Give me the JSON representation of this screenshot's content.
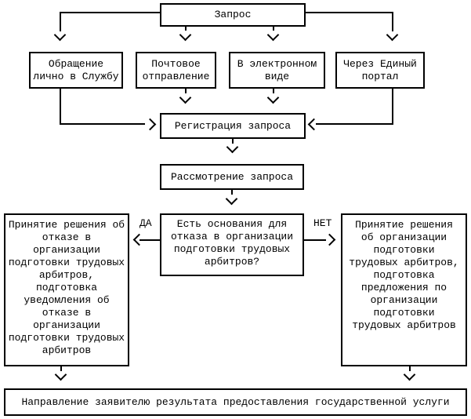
{
  "diagram": {
    "type": "flowchart",
    "language": "ru",
    "colors": {
      "line": "#000000",
      "background": "#ffffff",
      "text": "#000000"
    },
    "nodes": {
      "request": {
        "label": "Запрос"
      },
      "in_person": {
        "label": "Обращение\nлично в Службу"
      },
      "mail": {
        "label": "Почтовое\nотправление"
      },
      "electronic": {
        "label": "В электронном\nвиде"
      },
      "portal": {
        "label": "Через Единый\nпортал"
      },
      "registration": {
        "label": "Регистрация запроса"
      },
      "review": {
        "label": "Рассмотрение запроса"
      },
      "decision": {
        "label": "Есть основания для\nотказа в организации\nподготовки трудовых\nарбитров?"
      },
      "refusal": {
        "label": "Принятие решения об\nотказе в\nорганизации\nподготовки трудовых\nарбитров,\nподготовка\nуведомления об\nотказе в\nорганизации\nподготовки трудовых\nарбитров"
      },
      "approval": {
        "label": "Принятие решения\nоб организации\nподготовки\nтрудовых арбитров,\nподготовка\nпредложения по\nорганизации\nподготовки\nтрудовых арбитров"
      },
      "result": {
        "label": "Направление заявителю результата предоставления государственной услуги"
      }
    },
    "labels": {
      "yes": "ДА",
      "no": "НЕТ"
    },
    "edges": [
      {
        "from": "request",
        "to": "in_person"
      },
      {
        "from": "request",
        "to": "mail"
      },
      {
        "from": "request",
        "to": "electronic"
      },
      {
        "from": "request",
        "to": "portal"
      },
      {
        "from": "in_person",
        "to": "registration"
      },
      {
        "from": "mail",
        "to": "registration"
      },
      {
        "from": "electronic",
        "to": "registration"
      },
      {
        "from": "portal",
        "to": "registration"
      },
      {
        "from": "registration",
        "to": "review"
      },
      {
        "from": "review",
        "to": "decision"
      },
      {
        "from": "decision",
        "to": "refusal",
        "label": "ДА"
      },
      {
        "from": "decision",
        "to": "approval",
        "label": "НЕТ"
      },
      {
        "from": "refusal",
        "to": "result"
      },
      {
        "from": "approval",
        "to": "result"
      }
    ]
  }
}
